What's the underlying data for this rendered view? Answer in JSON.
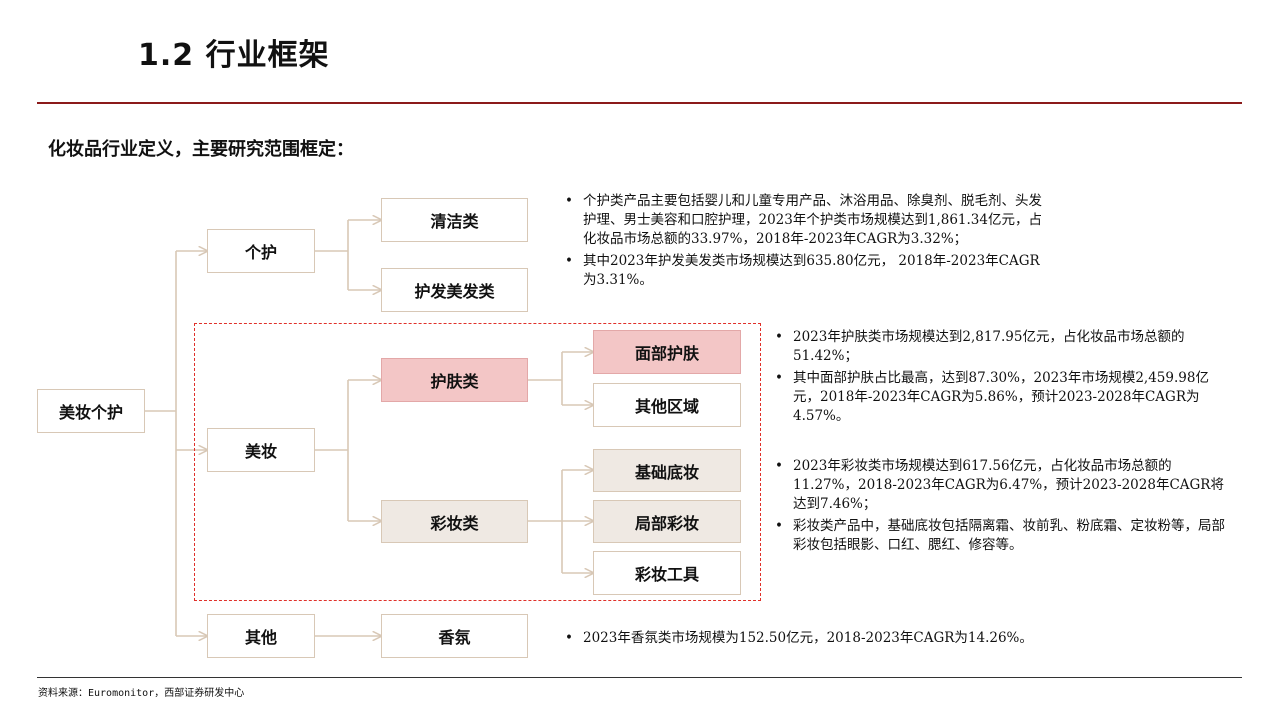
{
  "header": {
    "title": "1.2 行业框架"
  },
  "subtitle": "化妆品行业定义，主要研究范围框定：",
  "tree": {
    "root": "美妆个护",
    "l1": {
      "personal_care": "个护",
      "makeup": "美妆",
      "other": "其他"
    },
    "l2": {
      "cleaning": "清洁类",
      "hair_beauty": "护发美发类",
      "skincare": "护肤类",
      "color_cosmetics": "彩妆类",
      "fragrance": "香氛"
    },
    "l3": {
      "facial_care": "面部护肤",
      "other_area": "其他区域",
      "base_makeup": "基础底妆",
      "local_makeup": "局部彩妆",
      "makeup_tools": "彩妆工具"
    }
  },
  "notes": {
    "personal_care": [
      "个护类产品主要包括婴儿和儿童专用产品、沐浴用品、除臭剂、脱毛剂、头发护理、男士美容和口腔护理，2023年个护类市场规模达到1,861.34亿元，占化妆品市场总额的33.97%，2018年-2023年CAGR为3.32%；",
      "其中2023年护发美发类市场规模达到635.80亿元， 2018年-2023年CAGR为3.31%。"
    ],
    "skincare": [
      "2023年护肤类市场规模达到2,817.95亿元，占化妆品市场总额的51.42%；",
      "其中面部护肤占比最高，达到87.30%，2023年市场规模2,459.98亿元，2018年-2023年CAGR为5.86%，预计2023-2028年CAGR为4.57%。"
    ],
    "color_cosmetics": [
      "2023年彩妆类市场规模达到617.56亿元，占化妆品市场总额的11.27%，2018-2023年CAGR为6.47%，预计2023-2028年CAGR将达到7.46%；",
      "彩妆类产品中，基础底妆包括隔离霜、妆前乳、粉底霜、定妆粉等，局部彩妆包括眼影、口红、腮红、修容等。"
    ],
    "fragrance": [
      "2023年香氛类市场规模为152.50亿元，2018-2023年CAGR为14.26%。"
    ]
  },
  "colors": {
    "accent_rule": "#8b1a1a",
    "connector": "#d8c8b6",
    "highlight_pink": "#f3c6c6",
    "beige": "#efe9e3",
    "dashed_red": "#e0302a"
  },
  "footer": {
    "source": "资料来源：Euromonitor，西部证券研发中心"
  }
}
